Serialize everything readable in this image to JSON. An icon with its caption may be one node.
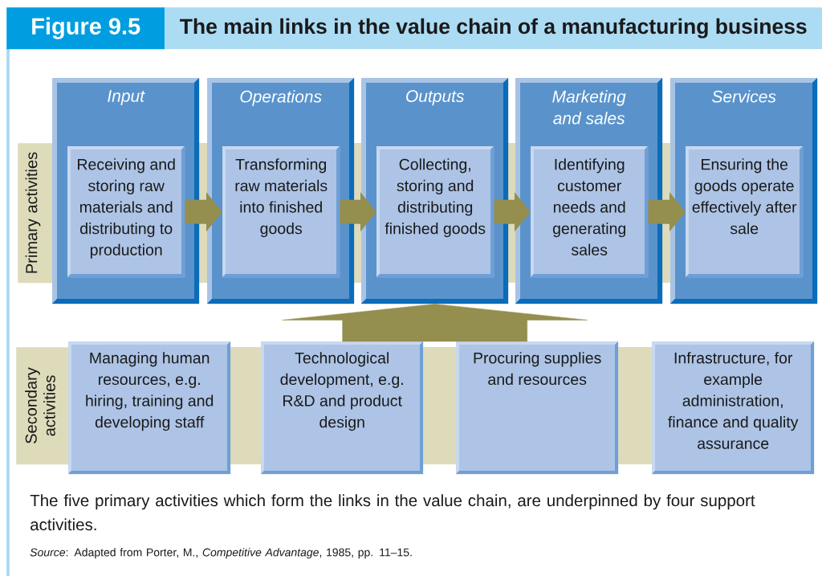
{
  "diagram": {
    "title": "The main links in the value chain of a manufacturing business",
    "caption": "The five primary activities which form the links in the value chain, are underpinned by four support activities.",
    "nodes": [
      {
        "text": [
          "Primary activities"
        ]
      },
      {
        "text": [
          "Input"
        ]
      },
      {
        "text": [
          "Receiving and storing raw materials and distributing to production"
        ],
        "in": 1
      },
      {
        "text": [
          "Operations"
        ]
      },
      {
        "text": [
          "Transforming raw materials into finished goods"
        ],
        "in": 3
      },
      {
        "text": [
          "Outputs"
        ]
      },
      {
        "text": [
          "Collecting, storing and distributing finished goods"
        ],
        "in": 5
      },
      {
        "text": [
          "Marketing and sales"
        ]
      },
      {
        "text": [
          "Identifying customer needs and generating sales"
        ],
        "in": 7
      },
      {
        "text": [
          "Services"
        ]
      },
      {
        "text": [
          "Ensuring the goods operate effectively after sale"
        ],
        "in": 9
      },
      {
        "text": [
          "Secondary activities"
        ]
      },
      {
        "text": [
          "Managing human resources, e.g. hiring, training and developing staff"
        ]
      },
      {
        "text": [
          "Technological development, e.g. R&D and product design"
        ]
      },
      {
        "text": [
          "Procuring supplies and resources"
        ]
      },
      {
        "text": [
          "Infrastructure, for example administration, finance and quality assurance"
        ]
      }
    ],
    "edges": [
      {
        "from": 2,
        "to": 4,
        "arrow": "to"
      },
      {
        "from": 4,
        "to": 6,
        "arrow": "to"
      },
      {
        "from": 6,
        "to": 8,
        "arrow": "to"
      },
      {
        "from": 8,
        "to": 10,
        "arrow": "to"
      },
      {
        "from": null,
        "to": 5,
        "arrow": "to",
        "style": "thick"
      }
    ],
    "labels": [
      "Figure 9.5",
      "*Source*: Adapted from Porter, M., *Competitive Advantage*, 1985, pp. 11–15."
    ]
  }
}
